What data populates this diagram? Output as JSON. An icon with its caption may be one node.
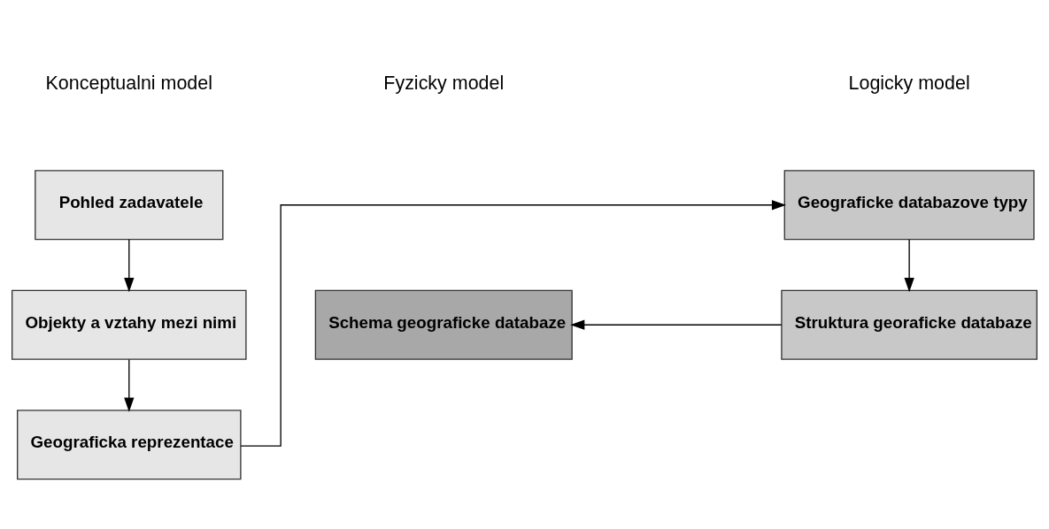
{
  "diagram": {
    "nodes": [
      {
        "text": [
          "Pohled zadavatele"
        ]
      },
      {
        "text": [
          "Objekty a vztahy mezi nimi"
        ]
      },
      {
        "text": [
          "Geograficka reprezentace"
        ]
      },
      {
        "text": [
          "Geograficke databazove typy"
        ]
      },
      {
        "text": [
          "Struktura georaficke databaze"
        ]
      },
      {
        "text": [
          "Schema geograficke databaze"
        ]
      }
    ],
    "edges": [
      {
        "from": 0,
        "to": 1,
        "arrow": "to"
      },
      {
        "from": 1,
        "to": 2,
        "arrow": "to"
      },
      {
        "from": 2,
        "to": 3,
        "arrow": "to"
      },
      {
        "from": 3,
        "to": 4,
        "arrow": "to"
      },
      {
        "from": 4,
        "to": 5,
        "arrow": "to"
      }
    ],
    "labels": [
      "Konceptualni model",
      "Logicky model",
      "Fyzicky model"
    ]
  }
}
